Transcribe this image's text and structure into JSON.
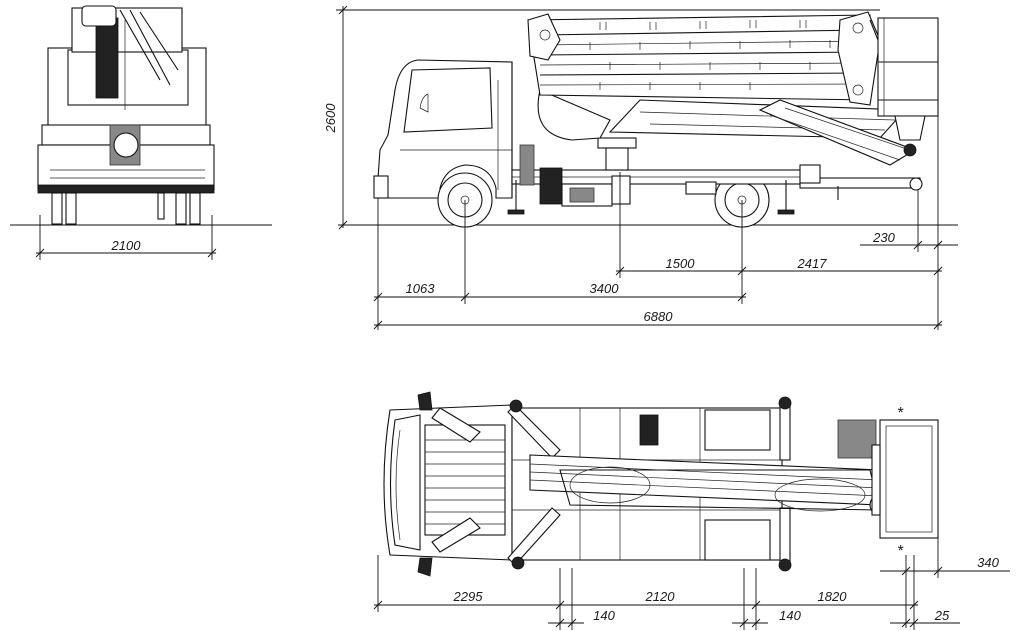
{
  "front_view": {
    "width_label": "2100"
  },
  "side_view": {
    "height_label": "2600",
    "dims": {
      "front_overhang": "1063",
      "wheelbase": "3400",
      "platform_axis_to_rear_axle": "1500",
      "rear_axle_to_end": "2417",
      "rear_offset": "230",
      "total_length": "6880"
    }
  },
  "top_view": {
    "dims": {
      "front_to_outrigger": "2295",
      "outrigger_width_front": "140",
      "outrigger_spacing": "2120",
      "outrigger_width_rear": "140",
      "rear_outrigger_to_end": "1820",
      "basket_overhang": "340",
      "basket_offset": "25"
    },
    "marker_top": "*",
    "marker_bottom": "*"
  }
}
